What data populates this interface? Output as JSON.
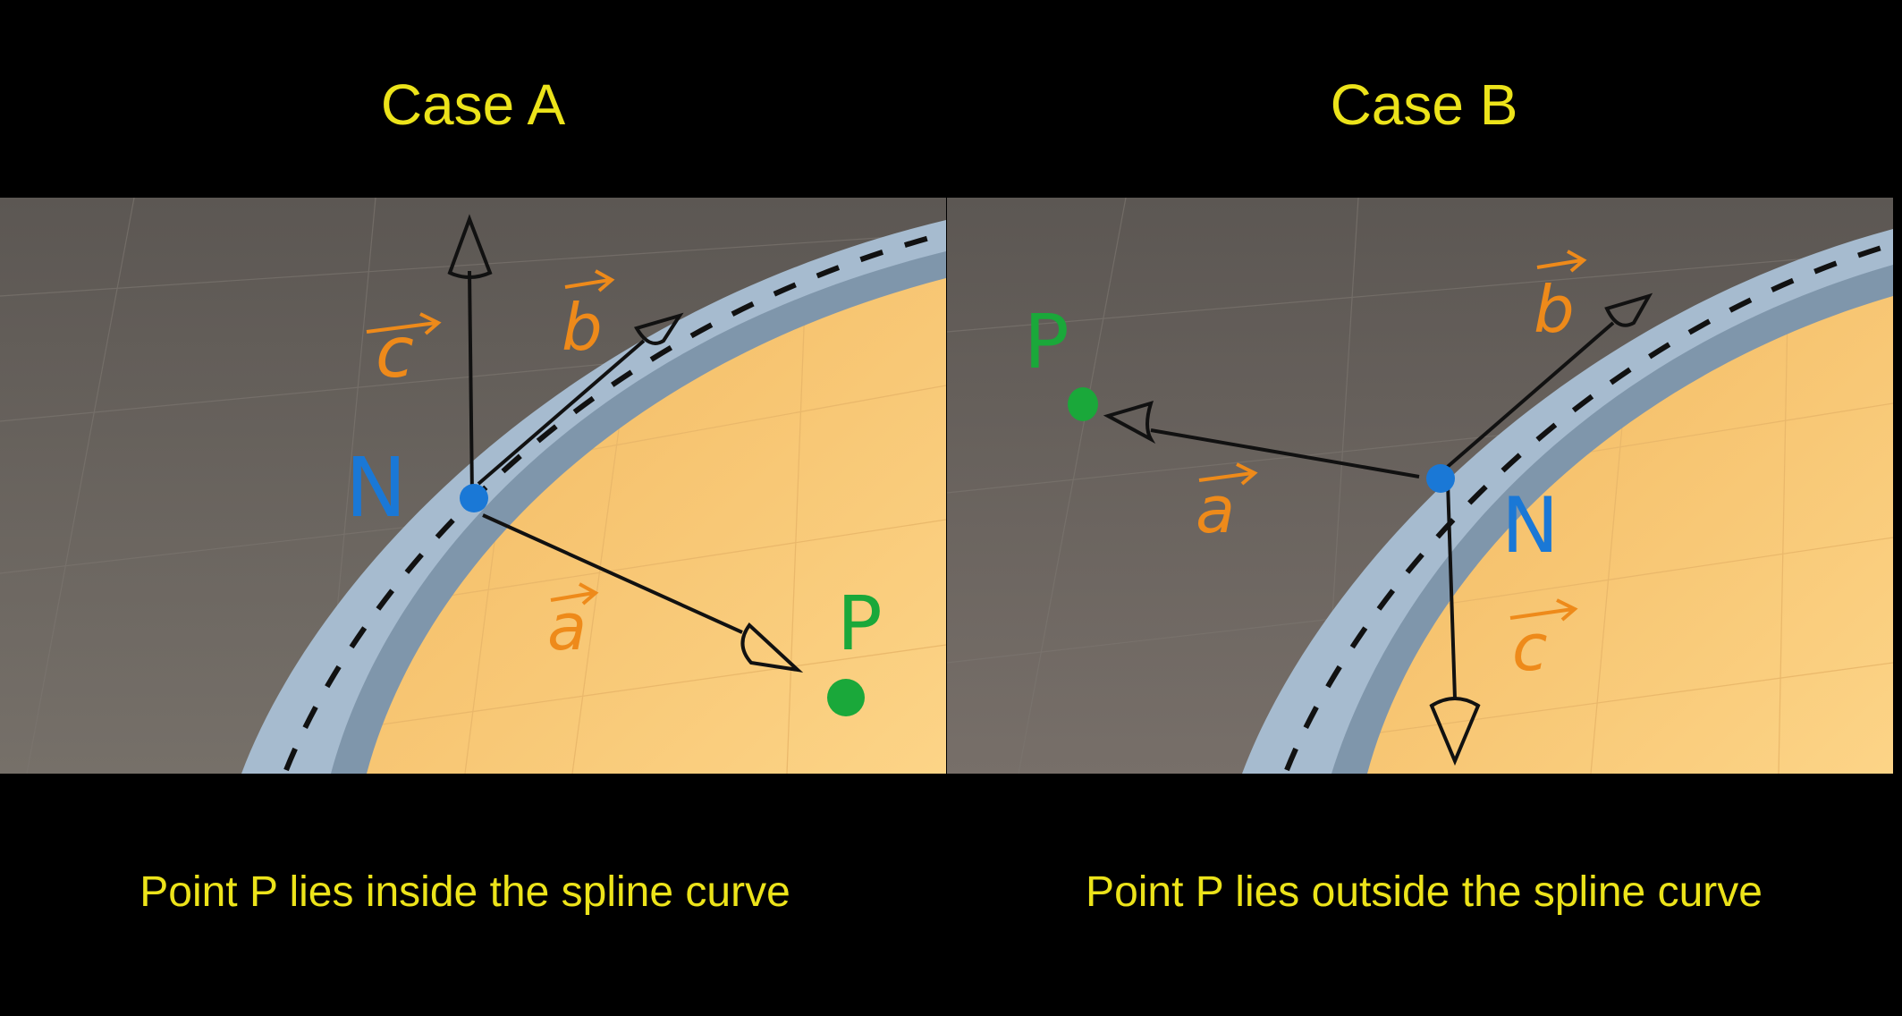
{
  "case_a": {
    "title": "Case A",
    "caption": "Point P lies inside the spline curve",
    "labels": {
      "normal_vec": "c",
      "tangent_vec": "b",
      "point_vec": "a",
      "node": "N",
      "point": "P"
    }
  },
  "case_b": {
    "title": "Case B",
    "caption": "Point P lies outside the spline curve",
    "labels": {
      "normal_vec": "c",
      "tangent_vec": "b",
      "point_vec": "a",
      "node": "N",
      "point": "P"
    }
  },
  "colors": {
    "caption_text": "#ece31a",
    "ground": "#6b6561",
    "inside_area": "#fbc76a",
    "road": "#9fb3c6",
    "vector_label": "#ee8a1a",
    "node": "#1a78d6",
    "point": "#1aa83a",
    "arrow": "#111111"
  }
}
